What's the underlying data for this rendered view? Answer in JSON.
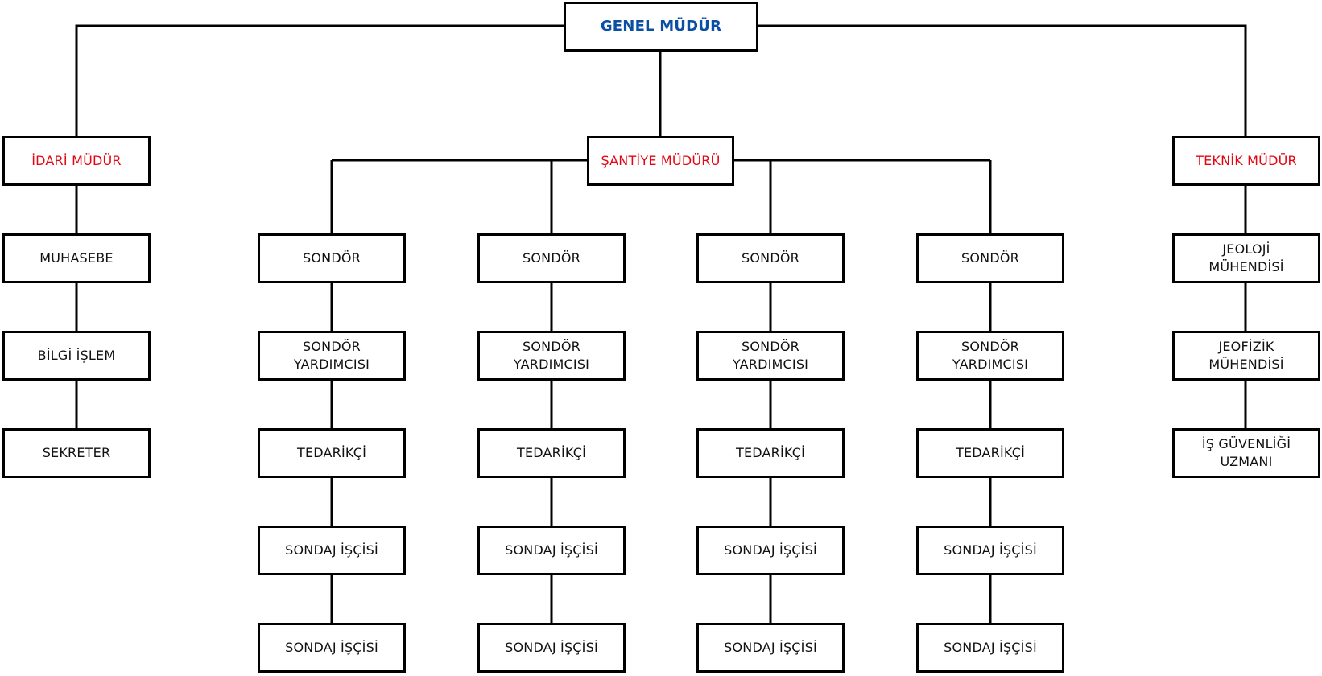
{
  "colors": {
    "top_text": "#0b4fa3",
    "manager_text": "#e30613",
    "staff_text": "#111111",
    "line": "#000000"
  },
  "top": {
    "label": "GENEL MÜDÜR"
  },
  "managers": {
    "admin": "İDARİ MÜDÜR",
    "site": "ŞANTİYE MÜDÜRÜ",
    "technical": "TEKNİK MÜDÜR"
  },
  "admin_staff": [
    "MUHASEBE",
    "BİLGİ İŞLEM",
    "SEKRETER"
  ],
  "site_teams": [
    {
      "driller": "SONDÖR",
      "assistant": "SONDÖR\nYARDIMCISI",
      "supplier": "TEDARİKÇİ",
      "worker_1": "SONDAJ İŞÇİSİ",
      "worker_2": "SONDAJ İŞÇİSİ"
    },
    {
      "driller": "SONDÖR",
      "assistant": "SONDÖR\nYARDIMCISI",
      "supplier": "TEDARİKÇİ",
      "worker_1": "SONDAJ İŞÇİSİ",
      "worker_2": "SONDAJ İŞÇİSİ"
    },
    {
      "driller": "SONDÖR",
      "assistant": "SONDÖR\nYARDIMCISI",
      "supplier": "TEDARİKÇİ",
      "worker_1": "SONDAJ İŞÇİSİ",
      "worker_2": "SONDAJ İŞÇİSİ"
    },
    {
      "driller": "SONDÖR",
      "assistant": "SONDÖR\nYARDIMCISI",
      "supplier": "TEDARİKÇİ",
      "worker_1": "SONDAJ İŞÇİSİ",
      "worker_2": "SONDAJ İŞÇİSİ"
    }
  ],
  "technical_staff": [
    "JEOLOJİ\nMÜHENDİSİ",
    "JEOFİZİK\nMÜHENDİSİ",
    "İŞ GÜVENLİĞİ\nUZMANI"
  ]
}
